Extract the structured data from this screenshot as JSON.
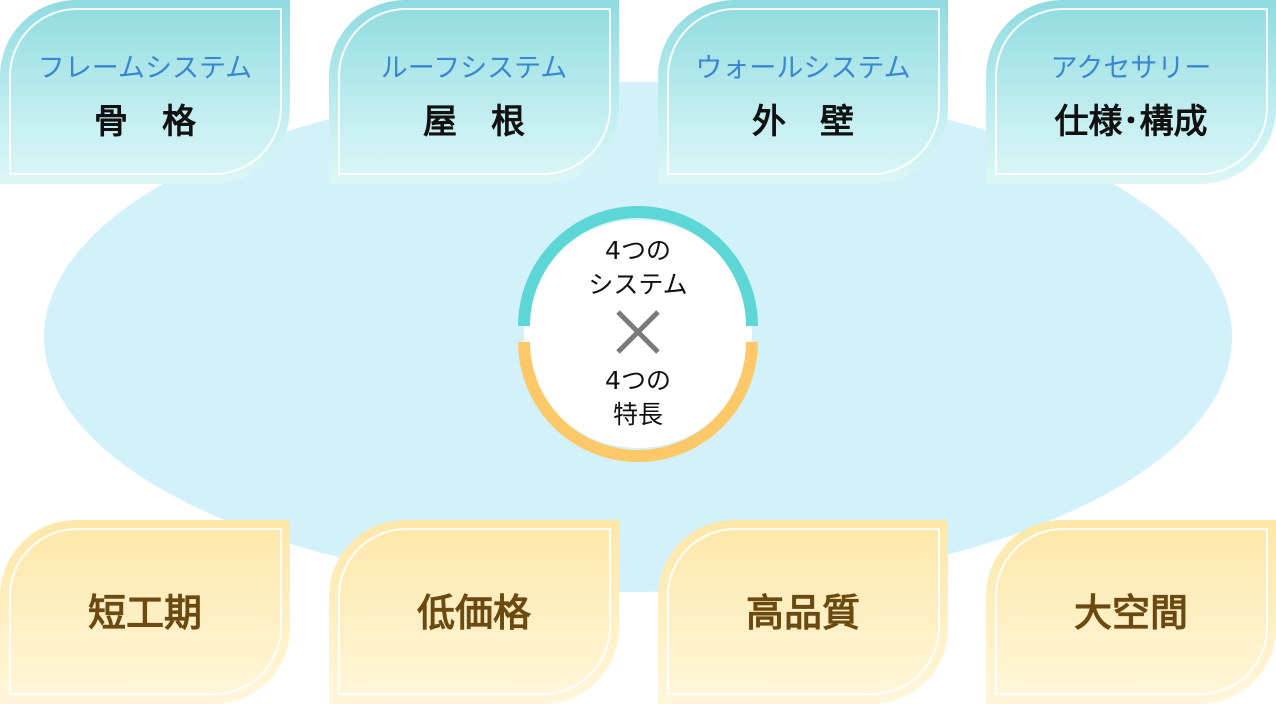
{
  "systems": [
    {
      "label": "フレームシステム",
      "sub": "骨　格"
    },
    {
      "label": "ルーフシステム",
      "sub": "屋　根"
    },
    {
      "label": "ウォールシステム",
      "sub": "外　壁"
    },
    {
      "label": "アクセサリー",
      "sub": "仕様･構成"
    }
  ],
  "features": [
    {
      "label": "短工期"
    },
    {
      "label": "低価格"
    },
    {
      "label": "高品質"
    },
    {
      "label": "大空間"
    }
  ],
  "center": {
    "top_line1": "4つの",
    "top_line2": "システム",
    "bottom_line1": "4つの",
    "bottom_line2": "特長"
  },
  "colors": {
    "system_accent": "#5dd6d6",
    "feature_accent": "#fdc968",
    "ellipse": "#d2f1fb",
    "system_text": "#3b86d0",
    "feature_text": "#6b4a12"
  }
}
